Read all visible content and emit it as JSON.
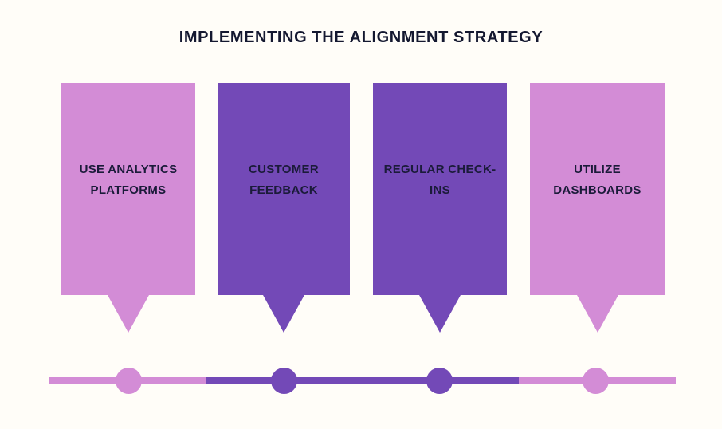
{
  "title": "IMPLEMENTING THE ALIGNMENT STRATEGY",
  "colors": {
    "bg": "#fffdf8",
    "pink": "#d38cd6",
    "purple": "#7349b7",
    "ink": "#1b1b3a"
  },
  "steps": [
    {
      "label": "USE ANALYTICS PLATFORMS",
      "color": "pink"
    },
    {
      "label": "CUSTOMER FEEDBACK",
      "color": "purple"
    },
    {
      "label": "REGULAR CHECK-INS",
      "color": "purple"
    },
    {
      "label": "UTILIZE DASHBOARDS",
      "color": "pink"
    }
  ],
  "timeline": {
    "segments": [
      {
        "color": "pink"
      },
      {
        "color": "purple"
      },
      {
        "color": "pink"
      }
    ],
    "markers": [
      {
        "color": "pink"
      },
      {
        "color": "purple"
      },
      {
        "color": "purple"
      },
      {
        "color": "pink"
      }
    ]
  }
}
